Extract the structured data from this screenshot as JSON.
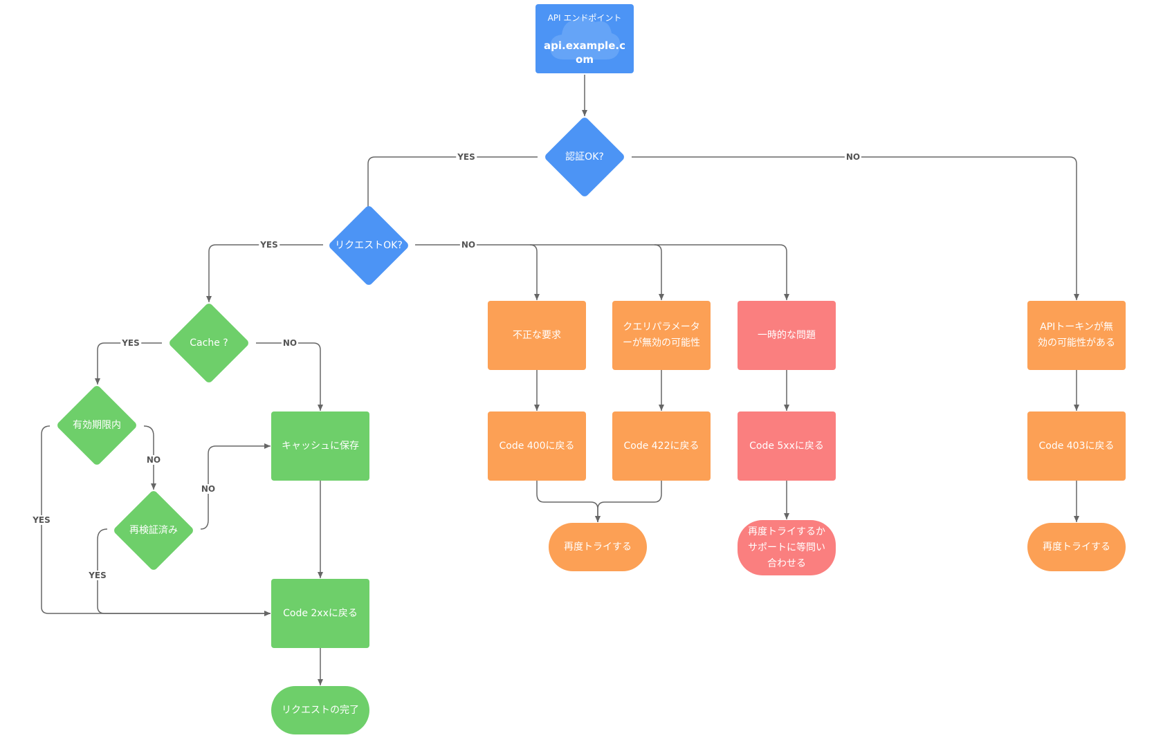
{
  "start": {
    "title": "API エンドポイント",
    "host": "api.example.com"
  },
  "nodes": {
    "auth_ok": "認証OK?",
    "request_ok": "リクエストOK?",
    "cache": "Cache ?",
    "valid_period": "有効期限内",
    "revalidated": "再検証済み",
    "save_cache": "キャッシュに保存",
    "return_2xx": "Code 2xxに戻る",
    "request_done": "リクエストの完了",
    "bad_request": "不正な要求",
    "invalid_query": "クエリパラメーターが無効の可能性",
    "temporary_issue": "一時的な問題",
    "invalid_token": "APIトーキンが無効の可能性がある",
    "return_400": "Code 400に戻る",
    "return_422": "Code 422に戻る",
    "return_5xx": "Code 5xxに戻る",
    "return_403": "Code 403に戻る",
    "retry_client": "再度トライする",
    "retry_support": "再度トライするかサポートに等問い合わせる",
    "retry_auth": "再度トライする"
  },
  "edge_labels": {
    "auth_yes": "YES",
    "auth_no": "NO",
    "request_yes": "YES",
    "request_no": "NO",
    "cache_yes": "YES",
    "cache_no": "NO",
    "valid_no": "NO",
    "valid_yes": "YES",
    "revalidated_no": "NO",
    "revalidated_yes": "YES"
  },
  "colors": {
    "decision": "#4c94f5",
    "success": "#6ecf6a",
    "client_error": "#fca055",
    "server_error": "#fa7f7f",
    "connector": "#666666"
  }
}
